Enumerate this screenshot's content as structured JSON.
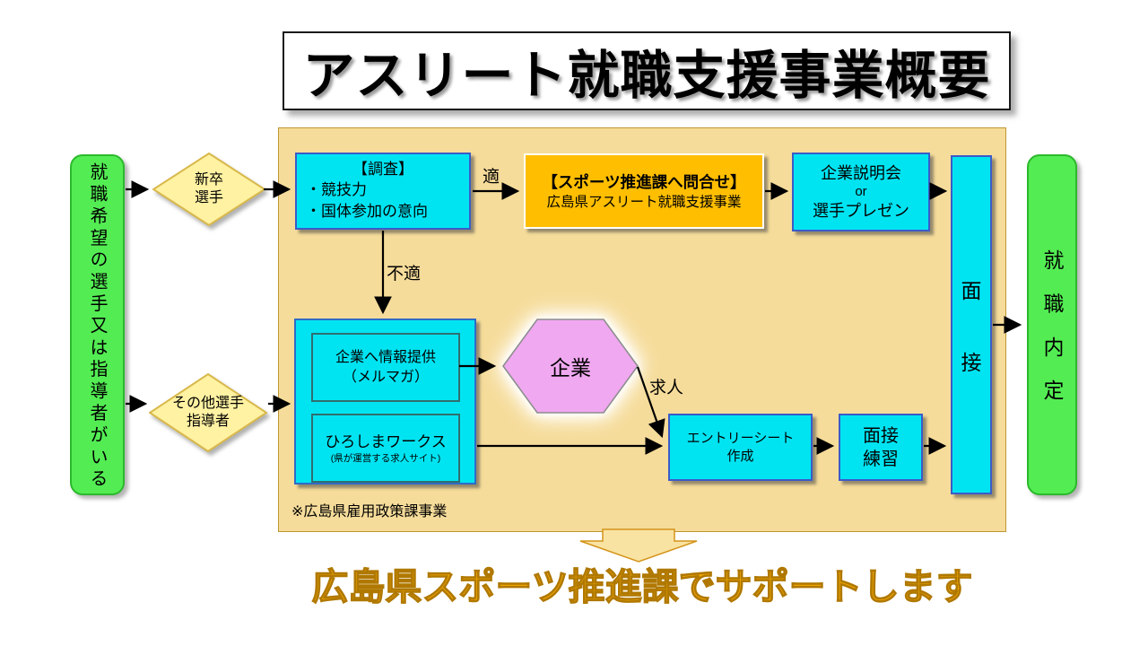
{
  "palette": {
    "panel_tan": "#F6DC9A",
    "cyan_box": "#00E4F2",
    "green_box": "#53ED53",
    "yellow_diamond": "#FFF2A2",
    "orange_box": "#FFBE00",
    "pink_hexagon": "#F0A8F0",
    "footer_orange": "#F6AC00"
  },
  "title": "アスリート就職支援事業概要",
  "start_box": {
    "text": "就職希望の選手又は指導者がいる"
  },
  "diamond_new_grad": {
    "line1": "新卒",
    "line2": "選手"
  },
  "diamond_other": {
    "line1": "その他選手",
    "line2": "指導者"
  },
  "survey_box": {
    "heading": "【調査】",
    "bullet1": "・競技力",
    "bullet2": "・国体参加の意向"
  },
  "contact_box": {
    "line1": "【スポーツ推進課へ問合せ】",
    "line2": "広島県アスリート就職支援事業"
  },
  "seminar_box": {
    "line1": "企業説明会",
    "line2": "or",
    "line3": "選手プレゼン"
  },
  "interview_box": {
    "char1": "面",
    "char2": "接"
  },
  "result_box": {
    "text": "就職内定"
  },
  "info_box": {
    "line1": "企業へ情報提供",
    "line2": "（メルマガ）"
  },
  "works_box": {
    "line1": "ひろしまワークス",
    "line2": "(県が運営する求人サイト)"
  },
  "hexagon": {
    "text": "企業"
  },
  "entry_box": {
    "line1": "エントリーシート",
    "line2": "作成"
  },
  "practice_box": {
    "line1": "面接",
    "line2": "練習"
  },
  "labels": {
    "fit": "適",
    "unfit": "不適",
    "job_offer": "求人"
  },
  "note": "※広島県雇用政策課事業",
  "footer": "広島県スポーツ推進課でサポートします"
}
